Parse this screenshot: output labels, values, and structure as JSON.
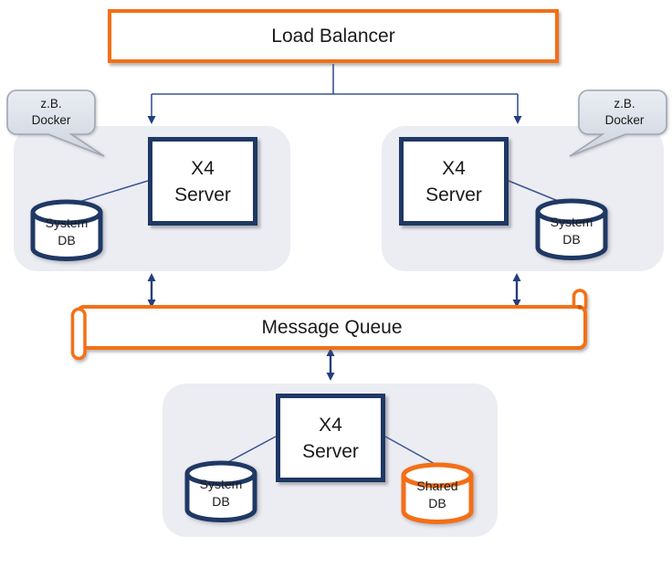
{
  "diagram": {
    "load_balancer": "Load Balancer",
    "message_queue": "Message Queue",
    "callout_left": {
      "line1": "z.B.",
      "line2": "Docker"
    },
    "callout_right": {
      "line1": "z.B.",
      "line2": "Docker"
    },
    "server_left": {
      "line1": "X4",
      "line2": "Server"
    },
    "server_right": {
      "line1": "X4",
      "line2": "Server"
    },
    "server_bottom": {
      "line1": "X4",
      "line2": "Server"
    },
    "db_left_system": {
      "line1": "System",
      "line2": "DB"
    },
    "db_right_system": {
      "line1": "System",
      "line2": "DB"
    },
    "db_bottom_system": {
      "line1": "System",
      "line2": "DB"
    },
    "db_shared": {
      "line1": "Shared",
      "line2": "DB"
    }
  },
  "colors": {
    "accent_orange": "#F36F17",
    "navy_border": "#1F3864",
    "connector_line": "#3A5494",
    "arrow_navy": "#243F7F",
    "group_background": "#ECEDF3",
    "callout_border": "#A0A7B2",
    "text": "#1A1A1A"
  }
}
